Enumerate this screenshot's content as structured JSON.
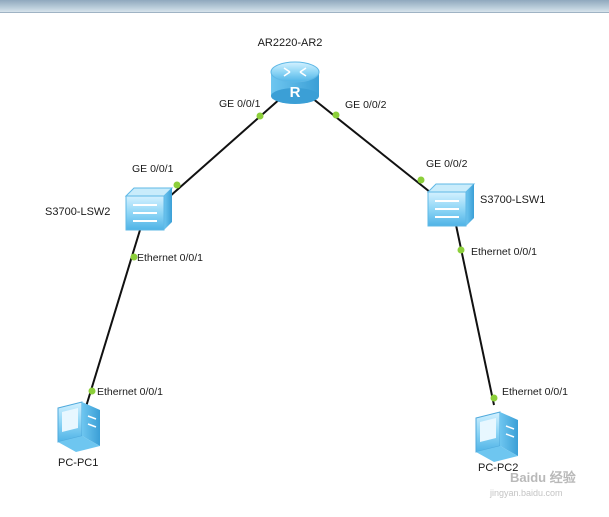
{
  "devices": {
    "router": {
      "name": "AR2220-AR2",
      "glyph": "R",
      "icon": "router-icon"
    },
    "lsw2": {
      "name": "S3700-LSW2",
      "icon": "switch-icon"
    },
    "lsw1": {
      "name": "S3700-LSW1",
      "icon": "switch-icon"
    },
    "pc1": {
      "name": "PC-PC1",
      "icon": "pc-icon"
    },
    "pc2": {
      "name": "PC-PC2",
      "icon": "pc-icon"
    }
  },
  "links": [
    {
      "a_port": "GE 0/0/1",
      "b_port": "GE 0/0/1"
    },
    {
      "a_port": "GE 0/0/2",
      "b_port": "GE 0/0/2"
    },
    {
      "a_port": "Ethernet 0/0/1",
      "b_port": "Ethernet 0/0/1"
    },
    {
      "a_port": "Ethernet 0/0/1",
      "b_port": "Ethernet 0/0/1"
    }
  ],
  "colors": {
    "link": "#111111",
    "port_dot": "#8ccf3a",
    "device": "#8fd6f6"
  },
  "watermark": {
    "text": "Baidu 经验",
    "sub": "jingyan.baidu.com"
  }
}
